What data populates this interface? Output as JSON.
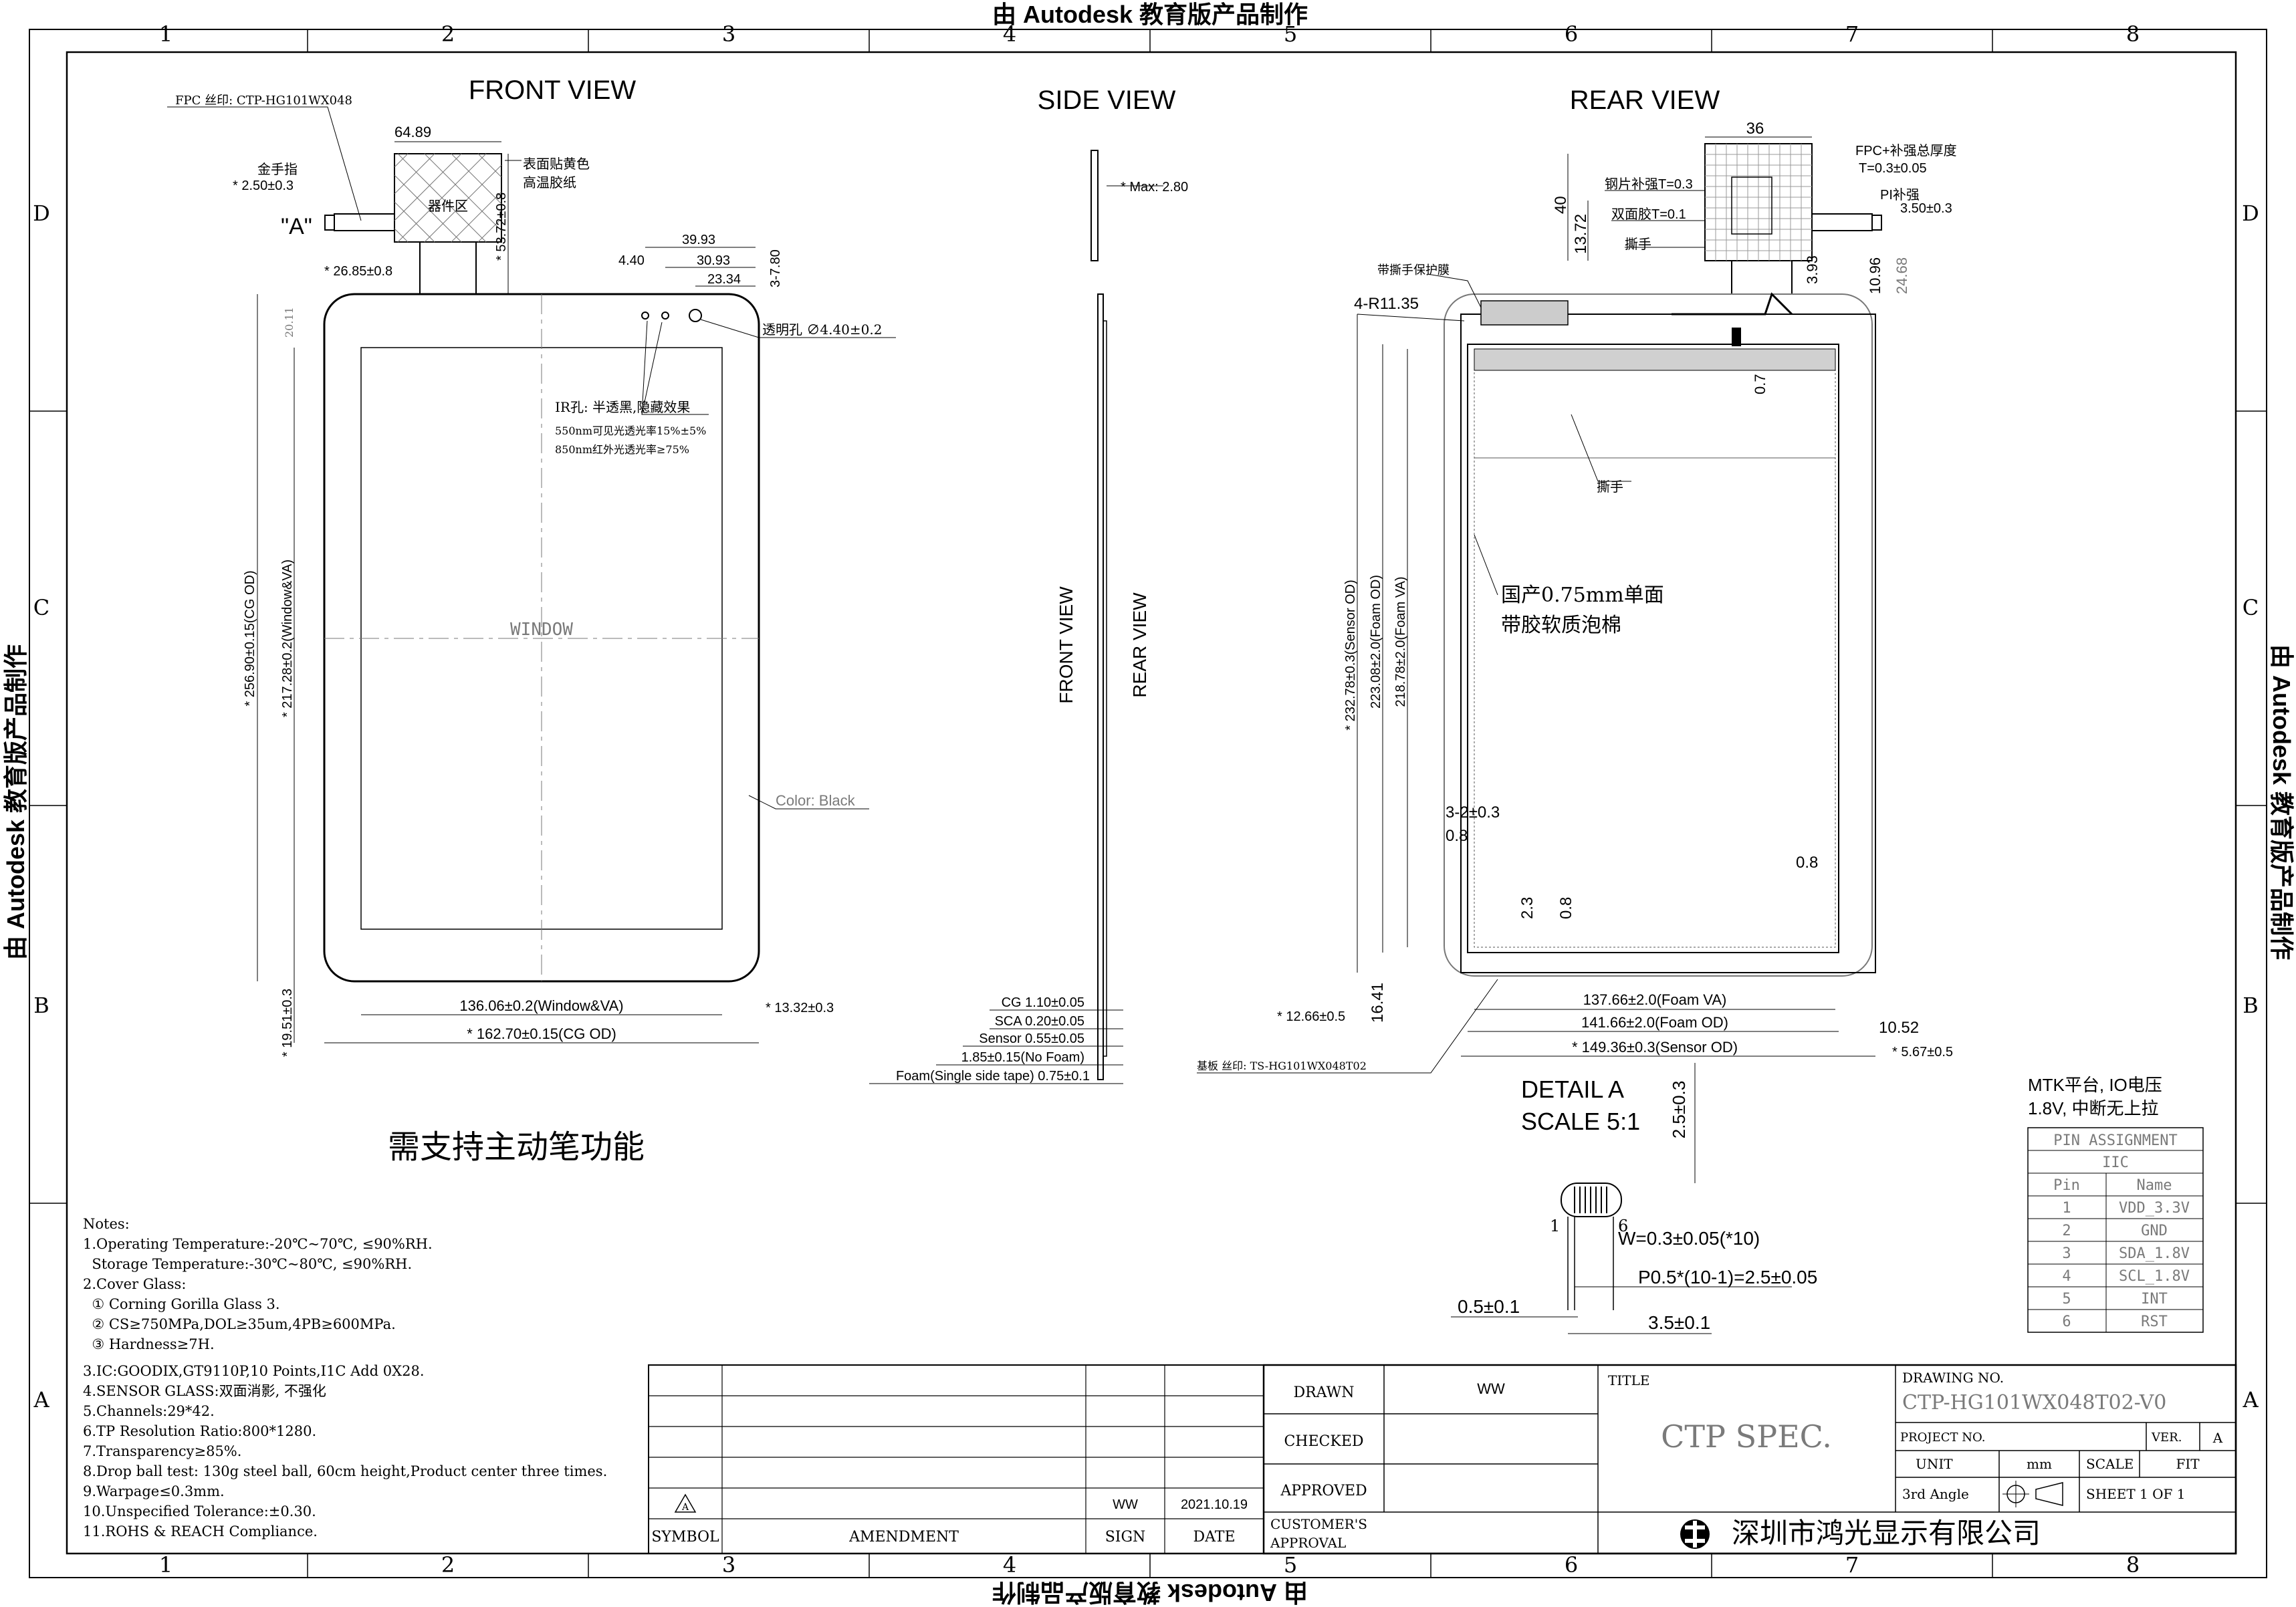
{
  "watermark": "由 Autodesk 教育版产品制作",
  "grid": {
    "cols": [
      "1",
      "2",
      "3",
      "4",
      "5",
      "6",
      "7",
      "8"
    ],
    "rows": [
      "D",
      "C",
      "B",
      "A"
    ]
  },
  "front_view": {
    "title": "FRONT VIEW",
    "fpc_print": "FPC 丝印: CTP-HG101WX048",
    "gold_finger": "金手指",
    "gold_finger_dim": "* 2.50±0.3",
    "detail_ref": "\"A\"",
    "fpc_width": "64.89",
    "component_area": "器件区",
    "surface_note_1": "表面贴黄色",
    "surface_note_2": "高温胶纸",
    "fpc_offset": "* 26.85±0.8",
    "fpc_length": "* 53.72±0.8",
    "d_39_93": "39.93",
    "d_30_93": "30.93",
    "d_4_40": "4.40",
    "d_23_34": "23.34",
    "d_3_7_80": "3-7.80",
    "clear_hole": "透明孔 ∅4.40±0.2",
    "ir_hole": "IR孔: 半透黑,隐藏效果",
    "ir_note_1": "550nm可见光透光率15%±5%",
    "ir_note_2": "850nm红外光透光率≥75%",
    "top_margin": "20.11",
    "window": "WINDOW",
    "color_note": "Color: Black",
    "cg_od_v": "* 256.90±0.15(CG OD)",
    "window_va_v": "* 217.28±0.2(Window&VA)",
    "bottom_margin": "* 19.51±0.3",
    "window_va_h": "136.06±0.2(Window&VA)",
    "cg_od_h": "* 162.70±0.15(CG OD)",
    "side_margin": "* 13.32±0.3",
    "stylus_note": "需支持主动笔功能"
  },
  "side_view": {
    "title": "SIDE VIEW",
    "max": "* Max: 2.80",
    "front_label": "FRONT VIEW",
    "rear_label": "REAR VIEW",
    "stack": [
      "CG 1.10±0.05",
      "SCA 0.20±0.05",
      "Sensor 0.55±0.05",
      "1.85±0.15(No Foam)",
      "Foam(Single side tape) 0.75±0.1"
    ]
  },
  "rear_view": {
    "title": "REAR VIEW",
    "d36": "36",
    "fpc_total": "FPC+补强总厚度",
    "fpc_total_t": "T=0.3±0.05",
    "pi_stiff": "PI补强",
    "d_3_50": "3.50±0.3",
    "steel": "钢片补强T=0.3",
    "dst": "双面胶T=0.1",
    "tear": "撕手",
    "d40": "40",
    "d13_72": "13.72",
    "d3_93": "3.93",
    "d10_96": "10.96",
    "d24_68": "24.68",
    "protect": "带撕手保护膜",
    "radius": "4-R11.35",
    "d0_7": "0.7",
    "tear2": "撕手",
    "foam_1": "国产0.75mm单面",
    "foam_2": "带胶软质泡棉",
    "sensor_od_v": "* 232.78±0.3(Sensor OD)",
    "foam_od_v": "223.08±2.0(Foam OD)",
    "foam_va_v": "218.78±2.0(Foam VA)",
    "d3_2": "3-2±0.3",
    "d0_8a": "0.8",
    "d0_8b": "0.8",
    "d2_3": "2.3",
    "d0_8c": "0.8",
    "d16_41": "16.41",
    "d12_66": "* 12.66±0.5",
    "foam_va_h": "137.66±2.0(Foam VA)",
    "foam_od_h": "141.66±2.0(Foam OD)",
    "d10_52": "10.52",
    "sensor_od_h": "* 149.36±0.3(Sensor OD)",
    "d5_67": "* 5.67±0.5",
    "base_print": "基板 丝印: TS-HG101WX048T02"
  },
  "detail": {
    "title_1": "DETAIL A",
    "title_2": "SCALE 5:1",
    "d2_5": "2.5±0.3",
    "pin1": "1",
    "pin6": "6",
    "w": "W=0.3±0.05(*10)",
    "pitch": "P0.5*(10-1)=2.5±0.05",
    "d0_5": "0.5±0.1",
    "d3_5": "3.5±0.1"
  },
  "mtk": {
    "line1": "MTK平台, IO电压",
    "line2": "1.8V, 中断无上拉"
  },
  "pin_table": {
    "title": "PIN ASSIGNMENT",
    "bus": "IIC",
    "headers": [
      "Pin",
      "Name"
    ],
    "rows": [
      [
        "1",
        "VDD_3.3V"
      ],
      [
        "2",
        "GND"
      ],
      [
        "3",
        "SDA_1.8V"
      ],
      [
        "4",
        "SCL_1.8V"
      ],
      [
        "5",
        "INT"
      ],
      [
        "6",
        "RST"
      ]
    ]
  },
  "notes": {
    "title": "Notes:",
    "lines": [
      "1.Operating Temperature:-20℃~70℃, ≤90%RH.",
      "  Storage Temperature:-30℃~80℃, ≤90%RH.",
      "2.Cover Glass:",
      "  ① Corning Gorilla Glass 3.",
      "  ② CS≥750MPa,DOL≥35um,4PB≥600MPa.",
      "  ③ Hardness≥7H.",
      "3.IC:GOODIX,GT9110P,10 Points,I1C Add 0X28.",
      "4.SENSOR GLASS:双面消影, 不强化",
      "5.Channels:29*42.",
      "6.TP Resolution Ratio:800*1280.",
      "7.Transparency≥85%.",
      "8.Drop ball test: 130g steel ball, 60cm height,Product center three times.",
      "9.Warpage≤0.3mm.",
      "10.Unspecified Tolerance:±0.30.",
      "11.ROHS & REACH Compliance."
    ]
  },
  "revision": {
    "rev_mark": "A",
    "sign": "WW",
    "date": "2021.10.19",
    "h_symbol": "SYMBOL",
    "h_amend": "AMENDMENT",
    "h_sign": "SIGN",
    "h_date": "DATE"
  },
  "title_block": {
    "drawn": "DRAWN",
    "drawn_by": "WW",
    "checked": "CHECKED",
    "approved": "APPROVED",
    "customer_1": "CUSTOMER'S",
    "customer_2": "APPROVAL",
    "title_label": "TITLE",
    "title": "CTP SPEC.",
    "drawing_no_label": "DRAWING NO.",
    "drawing_no": "CTP-HG101WX048T02-V0",
    "project_no": "PROJECT NO.",
    "ver_label": "VER.",
    "ver": "A",
    "unit_label": "UNIT",
    "unit": "mm",
    "scale_label": "SCALE",
    "scale": "FIT",
    "angle": "3rd Angle",
    "sheet": "SHEET 1 OF 1",
    "company": "深圳市鸿光显示有限公司"
  }
}
